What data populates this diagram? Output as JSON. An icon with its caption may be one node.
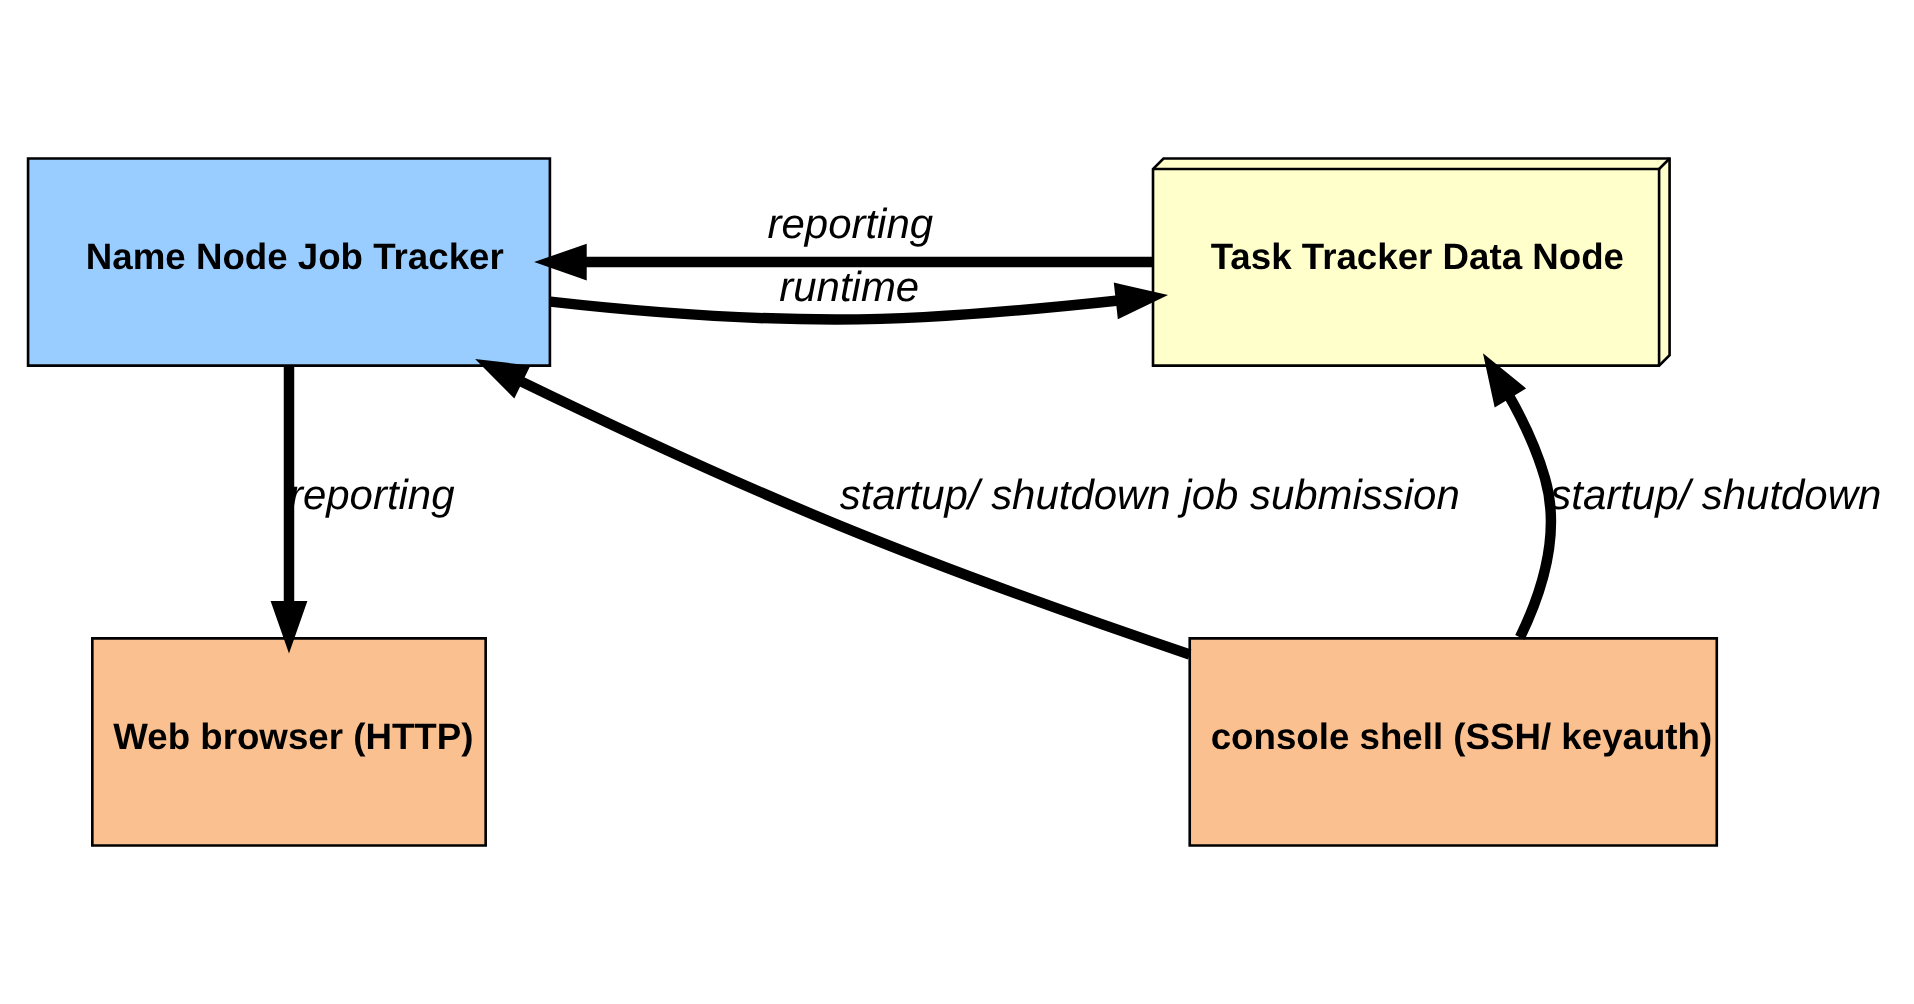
{
  "diagram": {
    "nodes": [
      {
        "text": [
          "Name Node Job Tracker"
        ]
      },
      {
        "text": [
          "Task Tracker Data Node"
        ]
      },
      {
        "text": [
          "Web browser (HTTP)"
        ]
      },
      {
        "text": [
          "console shell (SSH/ keyauth)"
        ]
      }
    ],
    "edges": [
      {
        "from": 0,
        "to": 1,
        "arrow": "to",
        "label": "runtime"
      },
      {
        "from": 1,
        "to": 0,
        "arrow": "to",
        "label": "reporting"
      },
      {
        "from": 0,
        "to": 2,
        "arrow": "to",
        "label": "reporting"
      },
      {
        "from": 3,
        "to": 0,
        "arrow": "to",
        "label": "startup/ shutdown job submission"
      },
      {
        "from": 3,
        "to": 1,
        "arrow": "to",
        "label": "startup/ shutdown"
      }
    ]
  }
}
